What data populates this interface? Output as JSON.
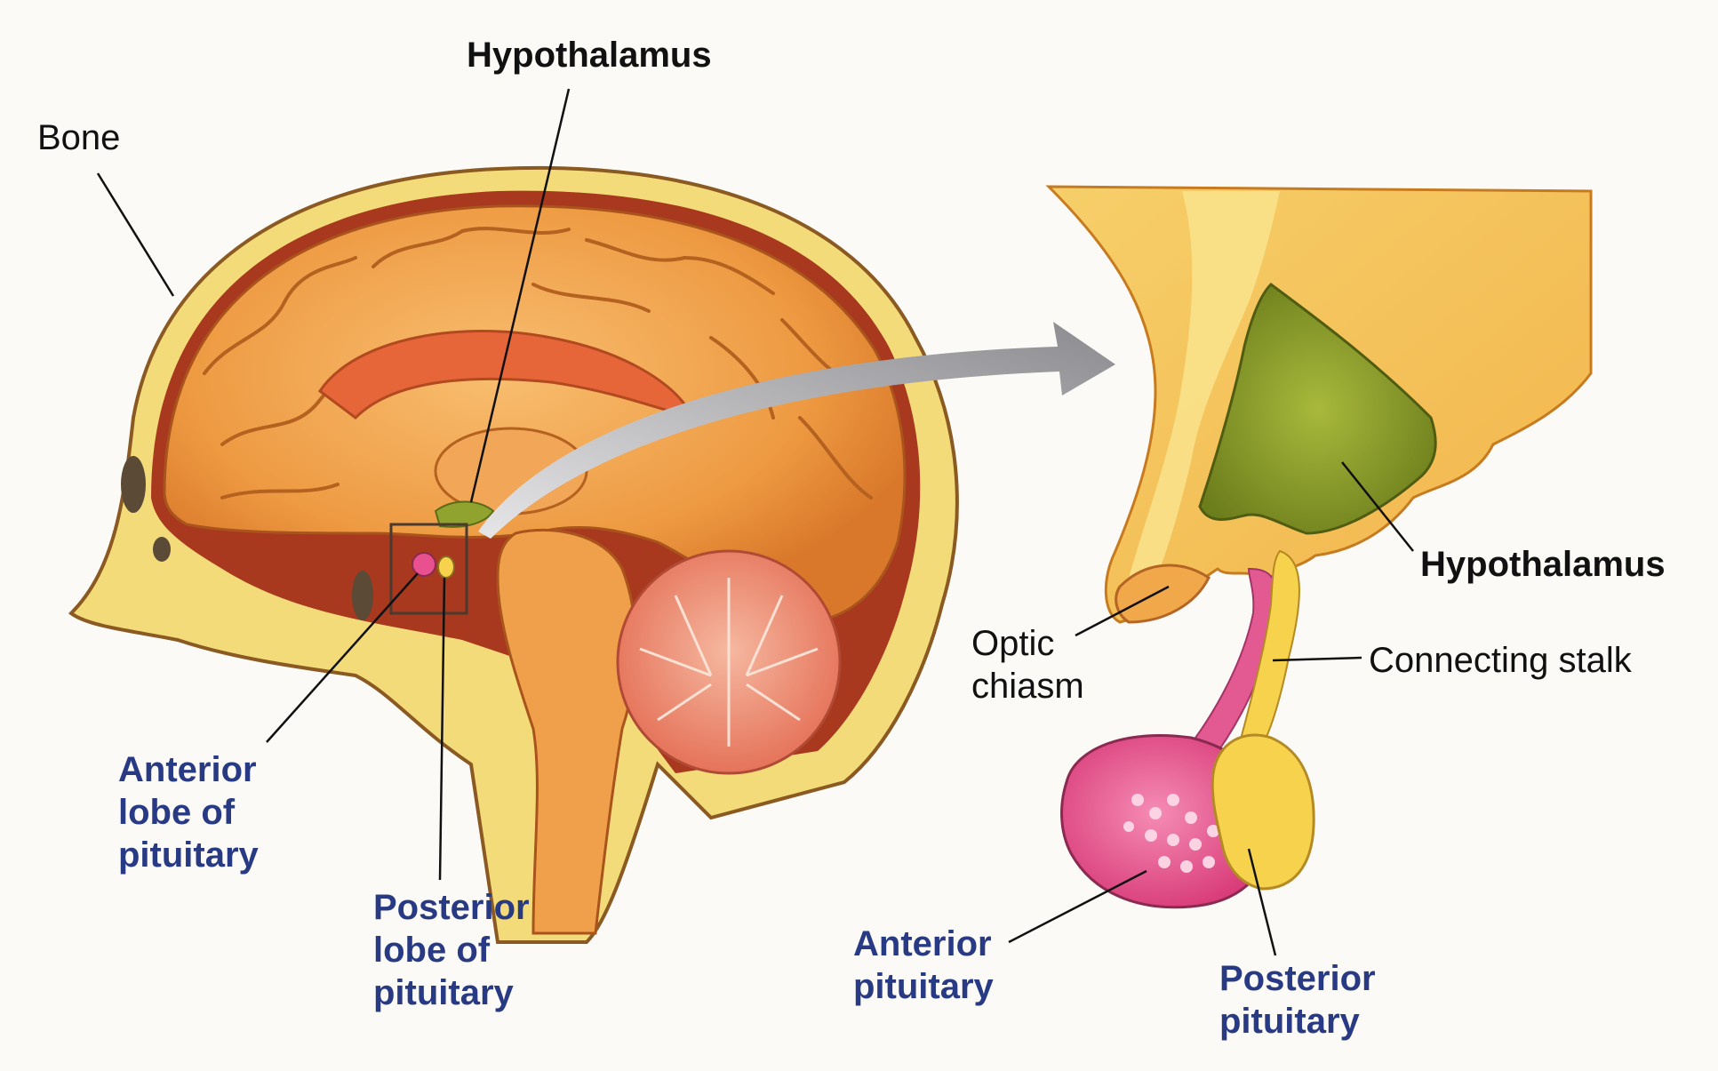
{
  "labels": {
    "bone": "Bone",
    "hypothalamus_left": "Hypothalamus",
    "anterior_lobe": [
      "Anterior",
      "lobe of",
      "pituitary"
    ],
    "posterior_lobe": [
      "Posterior",
      "lobe of",
      "pituitary"
    ],
    "hypothalamus_right": "Hypothalamus",
    "optic_chiasm": [
      "Optic",
      "chiasm"
    ],
    "connecting_stalk": "Connecting stalk",
    "anterior_pituitary": [
      "Anterior",
      "pituitary"
    ],
    "posterior_pituitary": [
      "Posterior",
      "pituitary"
    ]
  },
  "colors": {
    "background": "#fbfaf6",
    "skull_bone": "#f3db7a",
    "brain_orange": "#f0a04a",
    "cerebellum_pink": "#ee8a73",
    "hypothalamus_green": "#8fa32e",
    "anterior_pink": "#e8508f",
    "posterior_yellow": "#f7d24c",
    "label_navy": "#283a84",
    "arrow_grey": "#8f8f92"
  }
}
